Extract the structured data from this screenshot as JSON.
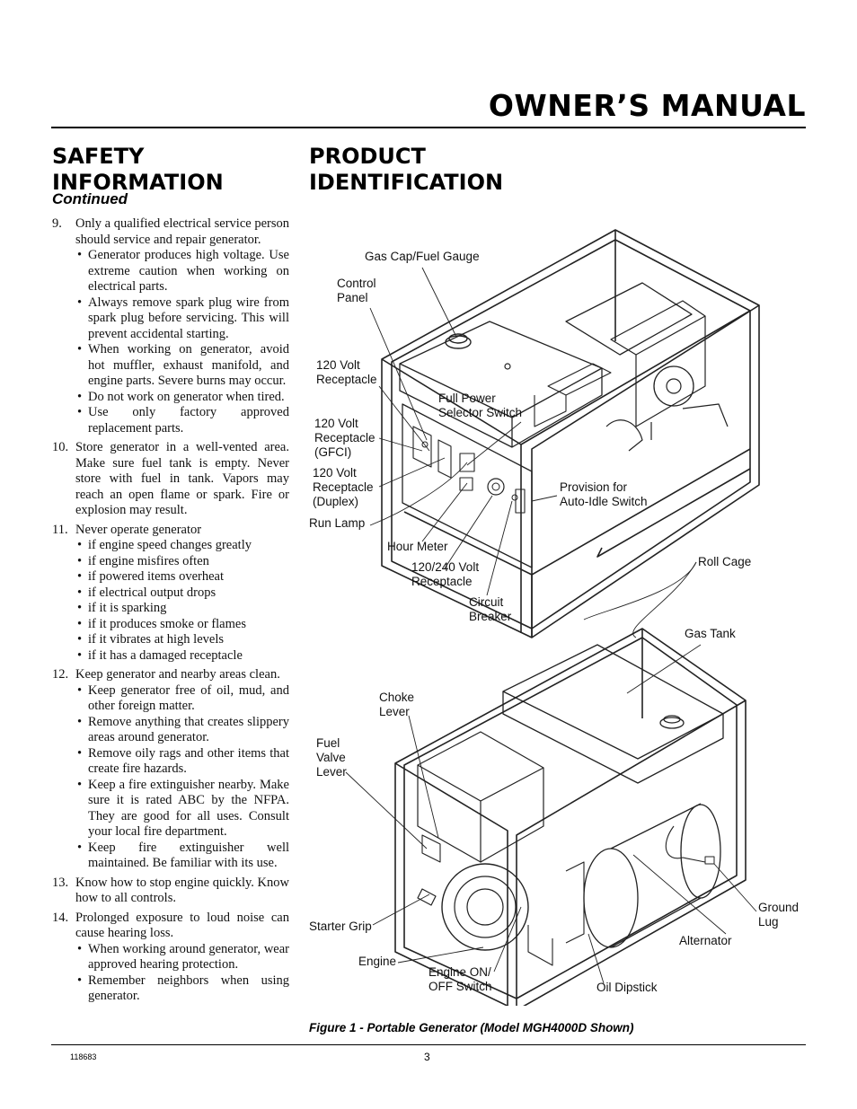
{
  "header": {
    "title": "OWNER’S MANUAL"
  },
  "safety": {
    "title": "SAFETY\nINFORMATION",
    "subtitle": "Continued",
    "items": [
      {
        "num": "9.",
        "text": "Only a qualified electrical service person should service and repair generator.",
        "subs": [
          "Generator produces high voltage. Use extreme caution when working on electrical parts.",
          "Always remove spark plug wire from spark plug before servicing. This will prevent accidental starting.",
          "When working on generator, avoid hot muffler, exhaust manifold, and engine parts. Severe burns may occur.",
          "Do not work on generator when tired.",
          "Use only factory approved replacement parts."
        ]
      },
      {
        "num": "10.",
        "text": "Store generator in a well-vented area. Make sure fuel tank is empty. Never store with fuel in tank. Vapors may reach an open flame or spark. Fire or explosion may result.",
        "subs": []
      },
      {
        "num": "11.",
        "text": "Never operate generator",
        "subs": [
          "if engine speed changes greatly",
          "if engine misfires often",
          "if powered items overheat",
          "if electrical output drops",
          "if it is sparking",
          "if it produces smoke or flames",
          "if it vibrates at high levels",
          "if it has a damaged receptacle"
        ]
      },
      {
        "num": "12.",
        "text": "Keep generator and nearby areas clean.",
        "subs": [
          "Keep generator free of oil, mud, and other foreign matter.",
          "Remove anything that creates slippery areas around generator.",
          "Remove oily rags and other items that create fire hazards.",
          "Keep a fire extinguisher nearby. Make sure it is rated ABC by the NFPA. They are good for all uses. Consult your local fire department.",
          "Keep fire extinguisher well maintained. Be familiar with its use."
        ]
      },
      {
        "num": "13.",
        "text": "Know how to stop engine quickly. Know how to all controls.",
        "subs": []
      },
      {
        "num": "14.",
        "text": "Prolonged exposure to loud noise can cause hearing loss.",
        "subs": [
          "When working around generator, wear approved hearing protection.",
          "Remember neighbors when using generator."
        ]
      }
    ]
  },
  "product": {
    "title": "PRODUCT\nIDENTIFICATION",
    "callouts": {
      "gas_cap": "Gas Cap/Fuel Gauge",
      "control_panel": "Control\nPanel",
      "r120": "120 Volt\nReceptacle",
      "full_power": "Full Power\nSelector Switch",
      "gfci": "120 Volt\nReceptacle\n(GFCI)",
      "duplex": "120 Volt\nReceptacle\n(Duplex)",
      "provision": "Provision for\nAuto-Idle Switch",
      "run_lamp": "Run Lamp",
      "hour_meter": "Hour Meter",
      "roll_cage": "Roll Cage",
      "r240": "120/240 Volt\nReceptacle",
      "breaker": "Circuit\nBreaker",
      "gas_tank": "Gas Tank",
      "choke": "Choke\nLever",
      "fuel_valve": "Fuel\nValve\nLever",
      "ground_lug": "Ground\nLug",
      "starter_grip": "Starter Grip",
      "alternator": "Alternator",
      "engine": "Engine",
      "engine_switch": "Engine ON/\nOFF Switch",
      "oil_dipstick": "Oil Dipstick"
    },
    "caption": "Figure 1 - Portable Generator (Model MGH4000D Shown)"
  },
  "footer": {
    "doc_number": "118683",
    "page": "3"
  }
}
